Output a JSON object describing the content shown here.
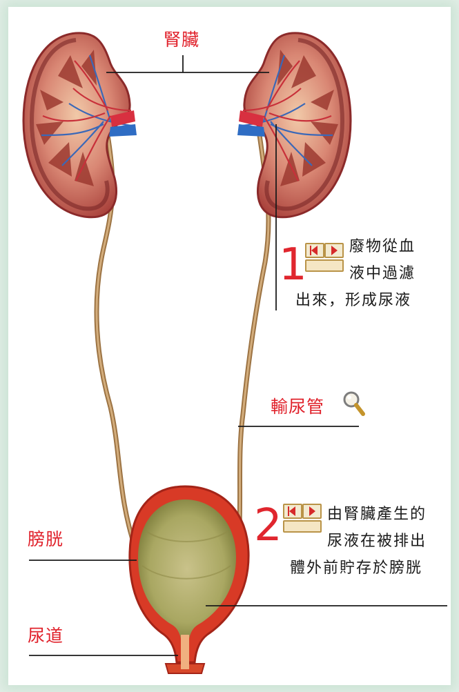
{
  "labels": {
    "kidney": "腎臟",
    "ureter": "輸尿管",
    "bladder": "膀胱",
    "urethra": "尿道"
  },
  "step1": {
    "number": "1",
    "line1": "廢物從血",
    "line2": "液中過濾",
    "line3": "出來，形成尿液"
  },
  "step2": {
    "number": "2",
    "line1": "由腎臟產生的",
    "line2": "尿液在被排出",
    "line3": "體外前貯存於膀胱"
  },
  "colors": {
    "label": "#e0202a",
    "kidney": "#d5736a",
    "ureter": "#b58a58",
    "bladder_wall": "#d83a26"
  },
  "icons": [
    "media-control-icon",
    "magnifier-icon"
  ]
}
